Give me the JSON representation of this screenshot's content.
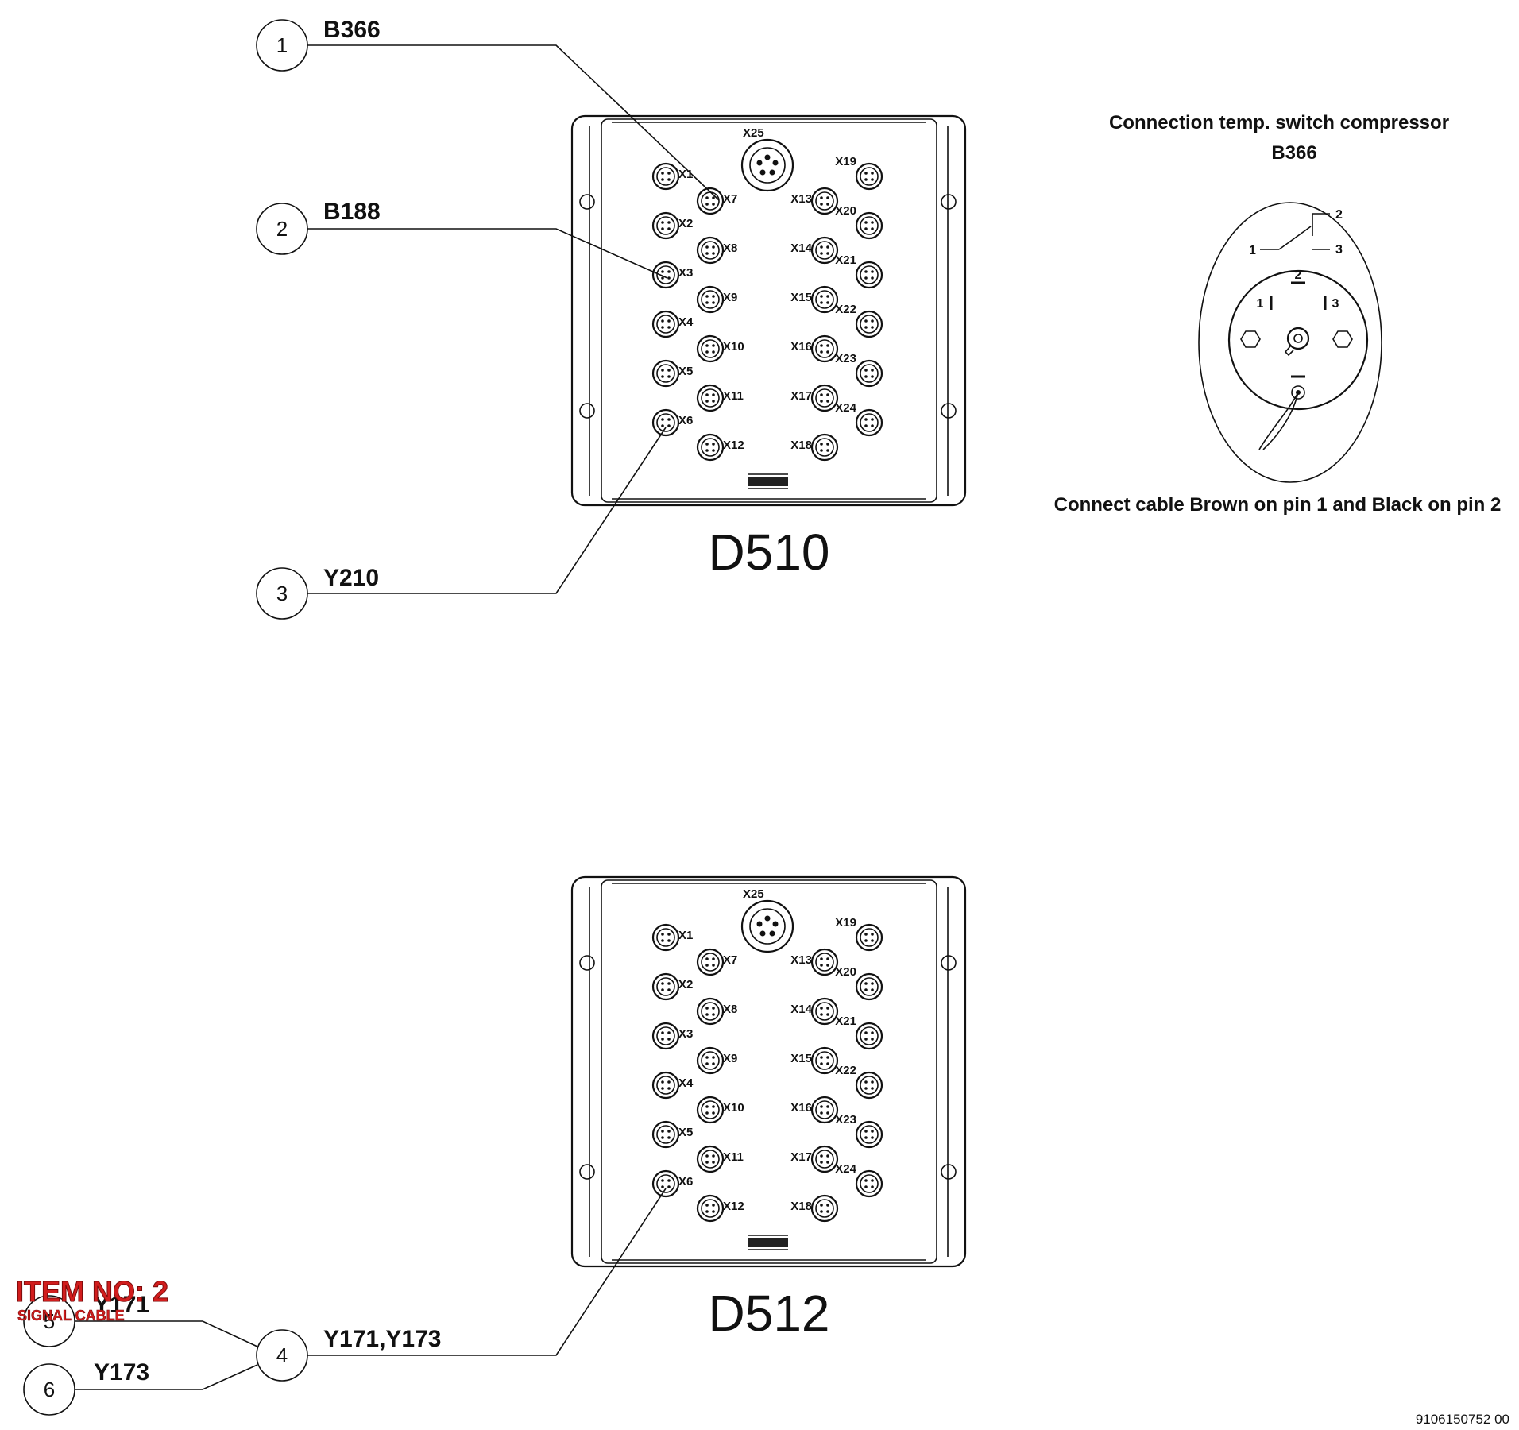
{
  "modules": [
    {
      "name": "D510",
      "center_port": "X25",
      "left_col_a": [
        "X1",
        "X2",
        "X3",
        "X4",
        "X5",
        "X6"
      ],
      "left_col_b": [
        "X7",
        "X8",
        "X9",
        "X10",
        "X11",
        "X12"
      ],
      "right_col_a": [
        "X13",
        "X14",
        "X15",
        "X16",
        "X17",
        "X18"
      ],
      "right_col_b": [
        "X19",
        "X20",
        "X21",
        "X22",
        "X23",
        "X24"
      ]
    },
    {
      "name": "D512",
      "center_port": "X25",
      "left_col_a": [
        "X1",
        "X2",
        "X3",
        "X4",
        "X5",
        "X6"
      ],
      "left_col_b": [
        "X7",
        "X8",
        "X9",
        "X10",
        "X11",
        "X12"
      ],
      "right_col_a": [
        "X13",
        "X14",
        "X15",
        "X16",
        "X17",
        "X18"
      ],
      "right_col_b": [
        "X19",
        "X20",
        "X21",
        "X22",
        "X23",
        "X24"
      ]
    }
  ],
  "callouts": [
    {
      "number": "1",
      "label": "B366"
    },
    {
      "number": "2",
      "label": "B188"
    },
    {
      "number": "3",
      "label": "Y210"
    },
    {
      "number": "4",
      "label": "Y171,Y173"
    },
    {
      "number": "5",
      "label": "Y171"
    },
    {
      "number": "6",
      "label": "Y173"
    }
  ],
  "detail": {
    "title": "Connection temp. switch compressor",
    "subtitle": "B366",
    "switch_pins": [
      "1",
      "2",
      "3"
    ],
    "connector_pins": [
      "1",
      "2",
      "3"
    ],
    "note": "Connect cable Brown on pin 1 and Black on pin 2"
  },
  "stamp": {
    "item": "ITEM NO: 2",
    "subtitle": "SIGNAL CABLE"
  },
  "document_id": "9106150752 00"
}
